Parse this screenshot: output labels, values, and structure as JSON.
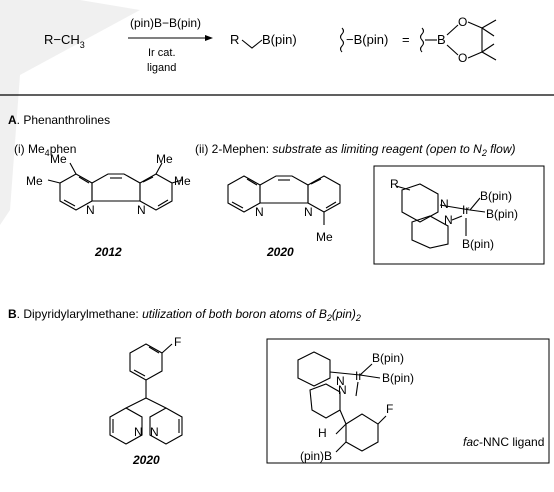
{
  "scheme": {
    "substrate": "R−CH",
    "substrate_sub": "3",
    "reagent_above": "(pin)B−B(pin)",
    "conditions_line1": "Ir cat.",
    "conditions_line2": "ligand",
    "product_r": "R",
    "product_b": "B(pin)",
    "def_left": "−B(pin)",
    "equals": "=",
    "def_o_top": "O",
    "def_b": "B",
    "def_o_bottom": "O"
  },
  "section_a": {
    "letter": "A",
    "title": ". Phenanthrolines",
    "item_i_prefix": "(i) Me",
    "item_i_sub": "4",
    "item_i_suffix": "phen",
    "item_ii_prefix": "(ii) 2-Mephen: ",
    "item_ii_italic": "substrate as limiting reagent (open to N",
    "item_ii_sub": "2",
    "item_ii_tail": " flow)",
    "year_1": "2012",
    "year_2": "2020",
    "me4phen_labels": {
      "me_tl": "Me",
      "me_tr": "Me",
      "me_l": "Me",
      "me_r": "Me",
      "n1": "N",
      "n2": "N"
    },
    "mephen_labels": {
      "n1": "N",
      "n2": "N",
      "me": "Me"
    },
    "complex_labels": {
      "r": "R",
      "n1": "N",
      "n2": "N",
      "ir": "Ir",
      "b1": "B(pin)",
      "b2": "B(pin)",
      "b3": "B(pin)"
    }
  },
  "section_b": {
    "letter": "B",
    "title": ". Dipyridylarylmethane: ",
    "title_italic": "utilization of both boron atoms of B",
    "title_sub1": "2",
    "title_mid": "(pin)",
    "title_sub2": "2",
    "year": "2020",
    "ligand_labels": {
      "f": "F",
      "n1": "N",
      "n2": "N"
    },
    "complex_labels": {
      "n1": "N",
      "n2": "N",
      "ir": "Ir",
      "b1": "B(pin)",
      "b2": "B(pin)",
      "f": "F",
      "h": "H",
      "b3": "(pin)B"
    },
    "caption_italic": "fac",
    "caption_rest": "-NNC ligand"
  },
  "colors": {
    "watermark": "#e6e6e6",
    "line": "#000000"
  }
}
